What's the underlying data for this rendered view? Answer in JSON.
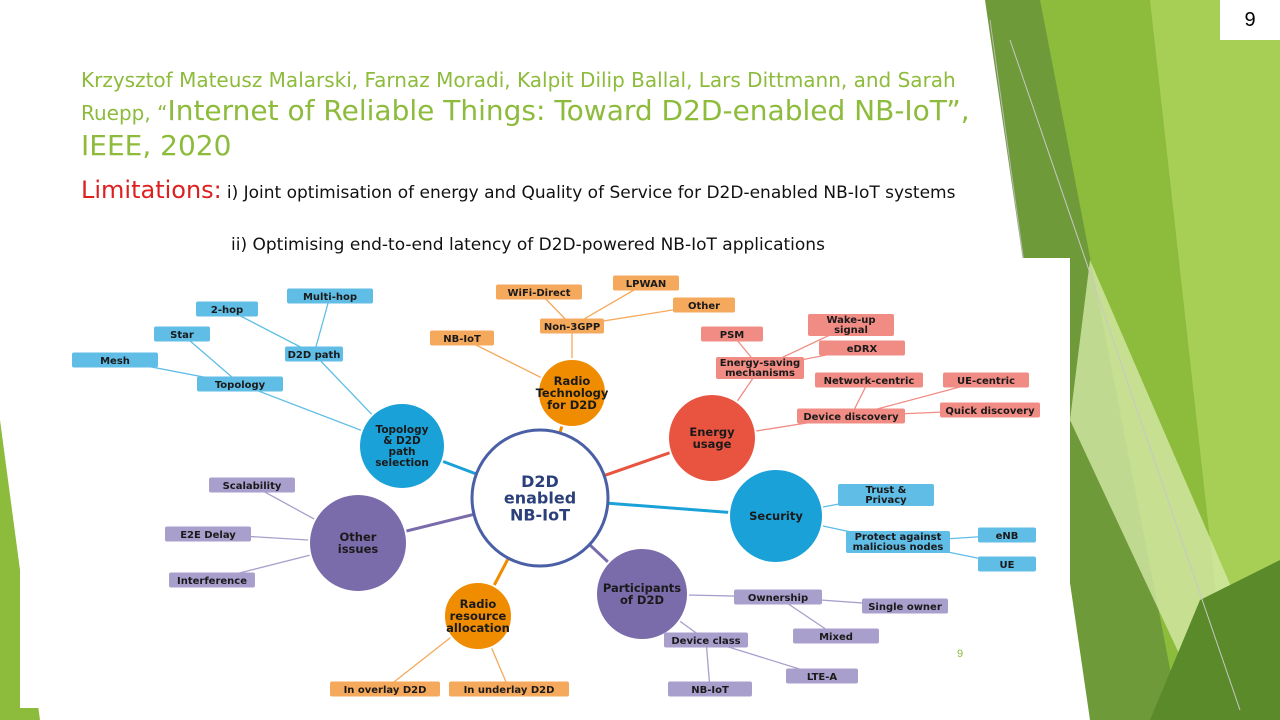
{
  "slide": {
    "page_number": "9",
    "footer_page_number": "9",
    "accent_color": "#8dbb3c"
  },
  "reference": {
    "authors": "Krzysztof Mateusz Malarski, Farnaz Moradi, Kalpit Dilip Ballal, Lars Dittmann, and Sarah Ruepp, “",
    "title": "Internet of Reliable Things: Toward D2D-enabled NB-IoT”, IEEE, 2020"
  },
  "limitations": {
    "label": "Limitations:",
    "item1": "i) Joint optimisation of energy and Quality of Service for D2D-enabled NB-IoT systems",
    "item2": "ii) Optimising end-to-end latency of D2D-powered NB-IoT applications"
  },
  "mindmap": {
    "center": {
      "label": [
        "D2D",
        "enabled",
        "NB-IoT"
      ]
    },
    "colors": {
      "blue_node": "#1aa1d8",
      "blue_tag": "#5fbde6",
      "orange_node": "#f08c00",
      "orange_tag": "#f5a95c",
      "red_node": "#e8543f",
      "red_tag": "#f08c84",
      "purple_node": "#7a6bab",
      "purple_tag": "#a89fcc"
    },
    "branches": [
      {
        "id": "topology",
        "label": [
          "Topology",
          "& D2D",
          "path",
          "selection"
        ],
        "color": "blue",
        "tags": [
          {
            "id": "d2d-path",
            "label": "D2D path",
            "children": [
              {
                "id": "2-hop",
                "label": "2-hop"
              },
              {
                "id": "multi-hop",
                "label": "Multi-hop"
              }
            ]
          },
          {
            "id": "topology-tag",
            "label": "Topology",
            "children": [
              {
                "id": "star",
                "label": "Star"
              },
              {
                "id": "mesh",
                "label": "Mesh"
              }
            ]
          }
        ]
      },
      {
        "id": "radio-tech",
        "label": [
          "Radio",
          "Technology",
          "for D2D"
        ],
        "color": "orange",
        "tags": [
          {
            "id": "nb-iot",
            "label": "NB-IoT",
            "children": []
          },
          {
            "id": "non-3gpp",
            "label": "Non-3GPP",
            "children": [
              {
                "id": "wifi-direct",
                "label": "WiFi-Direct"
              },
              {
                "id": "lpwan",
                "label": "LPWAN"
              },
              {
                "id": "other",
                "label": "Other"
              }
            ]
          }
        ]
      },
      {
        "id": "energy",
        "label": [
          "Energy",
          "usage"
        ],
        "color": "red",
        "tags": [
          {
            "id": "energy-saving",
            "label": "Energy-saving mechanisms",
            "children": [
              {
                "id": "psm",
                "label": "PSM"
              },
              {
                "id": "wake-up",
                "label": "Wake-up signal"
              },
              {
                "id": "edrx",
                "label": "eDRX"
              }
            ]
          },
          {
            "id": "device-discovery",
            "label": "Device discovery",
            "children": [
              {
                "id": "network-centric",
                "label": "Network-centric"
              },
              {
                "id": "ue-centric",
                "label": "UE-centric"
              },
              {
                "id": "quick-discovery",
                "label": "Quick discovery"
              }
            ]
          }
        ]
      },
      {
        "id": "security",
        "label": [
          "Security"
        ],
        "color": "blue",
        "tags": [
          {
            "id": "trust-privacy",
            "label": "Trust & Privacy",
            "children": []
          },
          {
            "id": "protect",
            "label": "Protect against malicious nodes",
            "children": [
              {
                "id": "enb",
                "label": "eNB"
              },
              {
                "id": "ue",
                "label": "UE"
              }
            ]
          }
        ]
      },
      {
        "id": "participants",
        "label": [
          "Participants",
          "of D2D"
        ],
        "color": "purple",
        "tags": [
          {
            "id": "ownership",
            "label": "Ownership",
            "children": [
              {
                "id": "single-owner",
                "label": "Single owner"
              },
              {
                "id": "mixed",
                "label": "Mixed"
              }
            ]
          },
          {
            "id": "device-class",
            "label": "Device class",
            "children": [
              {
                "id": "lte-a",
                "label": "LTE-A"
              },
              {
                "id": "nb-iot-2",
                "label": "NB-IoT"
              }
            ]
          }
        ]
      },
      {
        "id": "radio-resource",
        "label": [
          "Radio",
          "resource",
          "allocation"
        ],
        "color": "orange",
        "tags": [
          {
            "id": "overlay",
            "label": "In overlay D2D",
            "children": []
          },
          {
            "id": "underlay",
            "label": "In underlay D2D",
            "children": []
          }
        ]
      },
      {
        "id": "other-issues",
        "label": [
          "Other",
          "issues"
        ],
        "color": "purple",
        "tags": [
          {
            "id": "scalability",
            "label": "Scalability",
            "children": []
          },
          {
            "id": "e2e-delay",
            "label": "E2E Delay",
            "children": []
          },
          {
            "id": "interference",
            "label": "Interference",
            "children": []
          }
        ]
      }
    ]
  }
}
